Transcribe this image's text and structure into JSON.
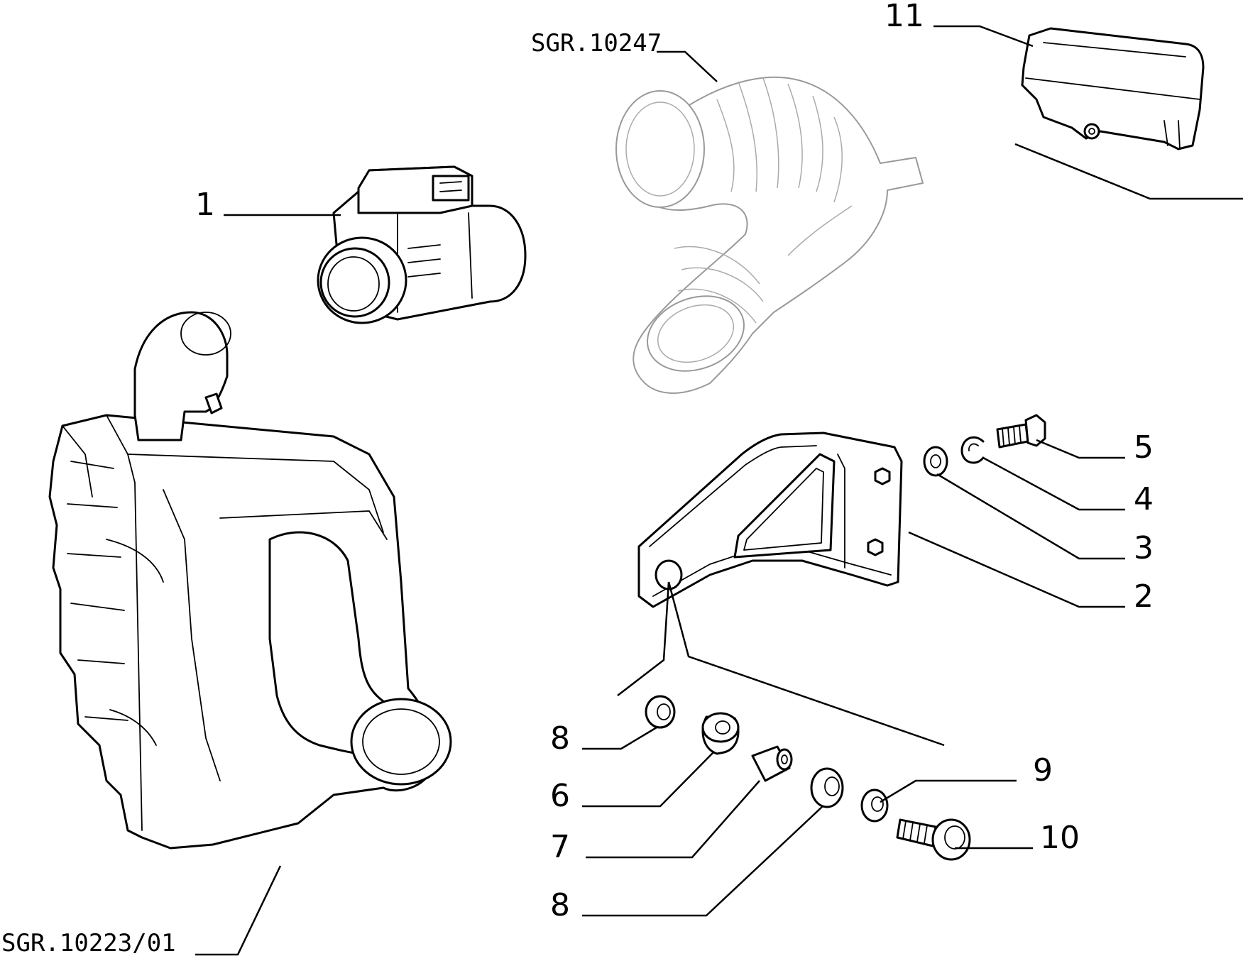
{
  "diagram": {
    "labels": {
      "part_1": "1",
      "part_2": "2",
      "part_3": "3",
      "part_4": "4",
      "part_5": "5",
      "part_6": "6",
      "part_7": "7",
      "part_8a": "8",
      "part_8b": "8",
      "part_9": "9",
      "part_10": "10",
      "part_11": "11",
      "ref_hose": "SGR.10247",
      "ref_filter": "SGR.10223/01"
    }
  }
}
